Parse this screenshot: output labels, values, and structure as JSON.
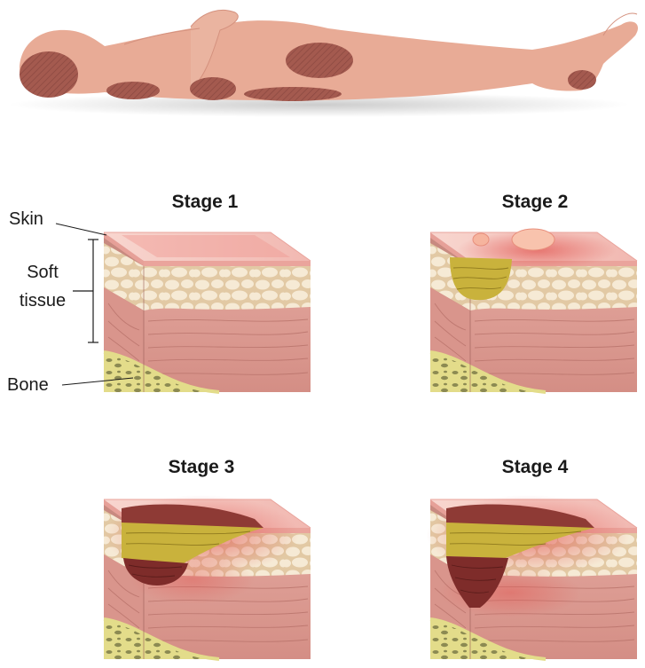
{
  "stages": [
    {
      "title": "Stage 1"
    },
    {
      "title": "Stage 2"
    },
    {
      "title": "Stage 3"
    },
    {
      "title": "Stage 4"
    }
  ],
  "labels": {
    "skin": "Skin",
    "soft_tissue_line1": "Soft",
    "soft_tissue_line2": "tissue",
    "bone": "Bone"
  },
  "colors": {
    "skin_body": "#e8ab96",
    "pressure_area": "#a45a4f",
    "skin_layer": "#f5c9c1",
    "fat": "#f3e5cc",
    "muscle": "#dc9c94",
    "bone": "#e3dc8a",
    "slough": "#c9b23c",
    "wound_dark": "#7e2c2a"
  }
}
